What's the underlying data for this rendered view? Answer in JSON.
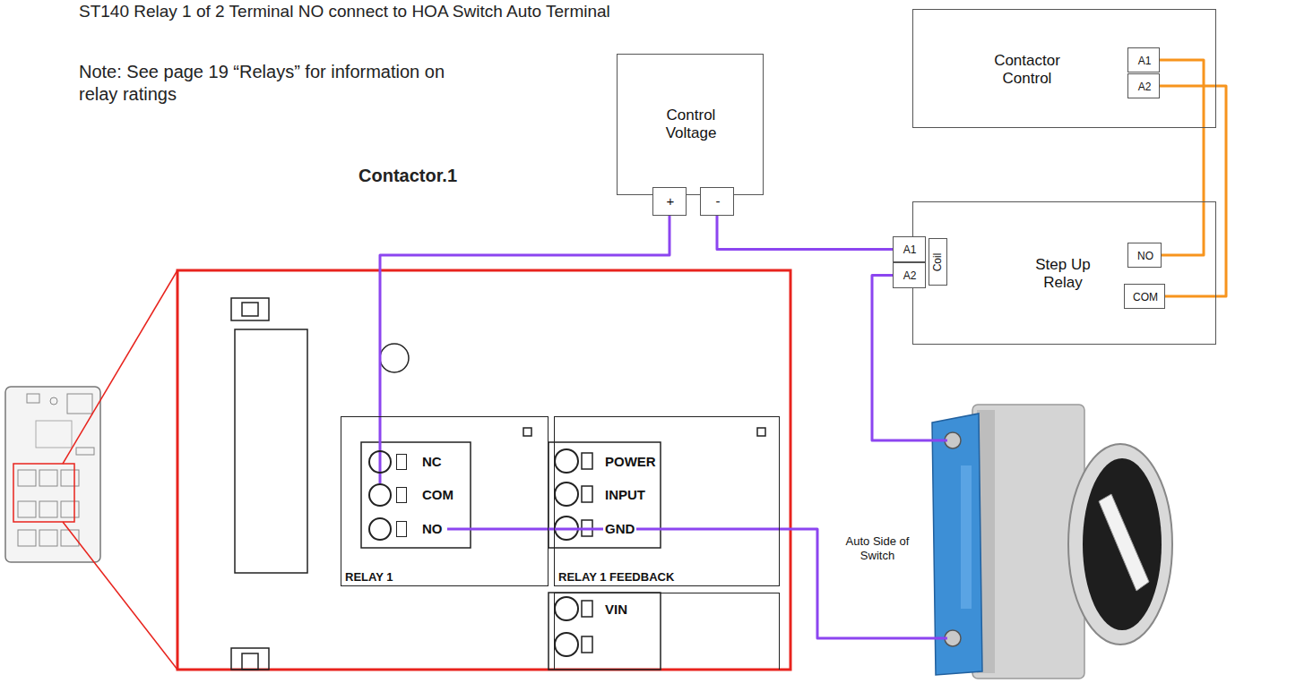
{
  "diagram": {
    "nodes": [
      {
        "text": [
          "Control Voltage"
        ]
      },
      {
        "text": [
          "+"
        ],
        "in": 0
      },
      {
        "text": [
          "-"
        ],
        "in": 0
      },
      {
        "text": [
          "Contactor Control"
        ]
      },
      {
        "text": [
          "A1"
        ],
        "in": 3
      },
      {
        "text": [
          "A2"
        ],
        "in": 3
      },
      {
        "text": [
          "Step Up Relay"
        ]
      },
      {
        "text": [
          "A1"
        ],
        "in": 6
      },
      {
        "text": [
          "A2"
        ],
        "in": 6
      },
      {
        "text": [
          "Coil"
        ],
        "in": 6
      },
      {
        "text": [
          "NO"
        ],
        "in": 6
      },
      {
        "text": [
          "COM"
        ],
        "in": 6
      },
      {
        "text": [
          "RELAY 1"
        ]
      },
      {
        "text": [
          "NC"
        ],
        "in": 12
      },
      {
        "text": [
          "COM"
        ],
        "in": 12
      },
      {
        "text": [
          "NO"
        ],
        "in": 12
      },
      {
        "text": [
          "POWER",
          "INPUT",
          "GND",
          "RELAY 1 FEEDBACK"
        ]
      },
      {
        "text": [
          "VIN"
        ]
      },
      {
        "text": [
          "Auto Side of Switch"
        ]
      }
    ],
    "edges": [
      {
        "from": 1,
        "to": 14,
        "arrow": "none"
      },
      {
        "from": 2,
        "to": 7,
        "arrow": "none"
      },
      {
        "from": 8,
        "to": 18,
        "arrow": "none"
      },
      {
        "from": 15,
        "to": 18,
        "arrow": "none"
      },
      {
        "from": 10,
        "to": 4,
        "arrow": "none"
      },
      {
        "from": 11,
        "to": 5,
        "arrow": "none"
      }
    ],
    "labels": [
      "ST140 Relay 1 of 2 Terminal NO connect to HOA Switch Auto Terminal",
      "Note: See page 19 “Relays” for information on relay ratings",
      "Contactor.1"
    ]
  }
}
